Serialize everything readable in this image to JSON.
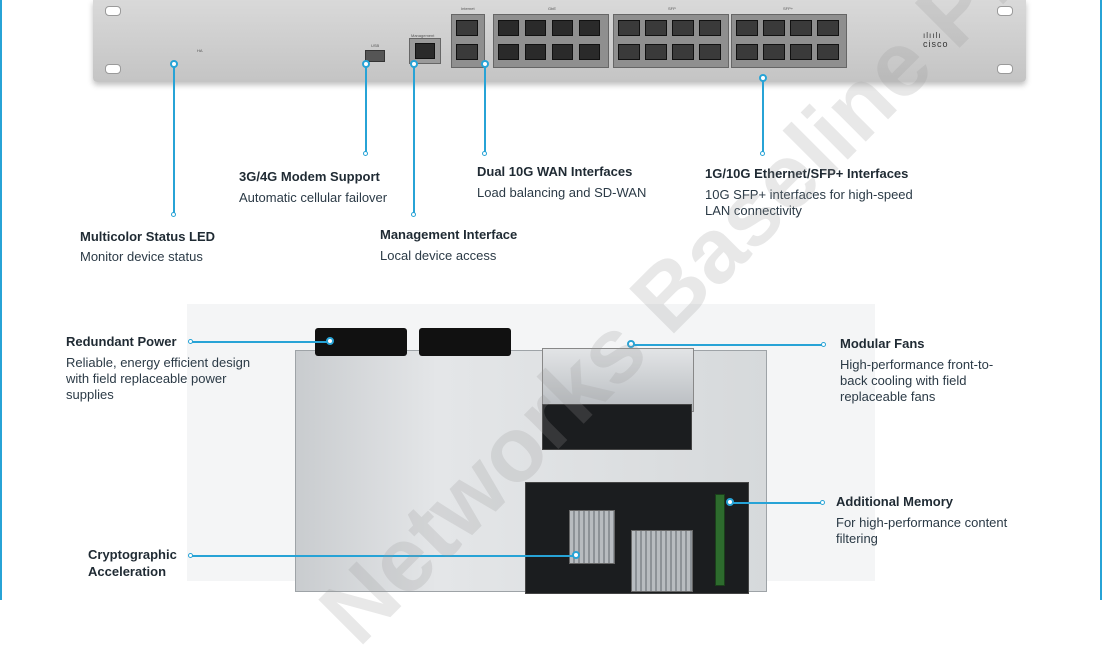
{
  "device_labels": {
    "internet": "Internet",
    "gbe": "GbE",
    "sfp": "SFP",
    "sfp_plus": "SFP+",
    "management": "Management",
    "ha": "HA",
    "usb": "USB",
    "brand": "cisco"
  },
  "callouts_top": {
    "status_led": {
      "title": "Multicolor Status LED",
      "desc": "Monitor device status"
    },
    "modem": {
      "title": "3G/4G Modem Support",
      "desc": "Automatic cellular failover"
    },
    "management": {
      "title": "Management Interface",
      "desc": "Local device access"
    },
    "wan": {
      "title": "Dual 10G WAN Interfaces",
      "desc": "Load balancing and SD-WAN"
    },
    "sfp": {
      "title": "1G/10G Ethernet/SFP+ Interfaces",
      "desc": "10G SFP+ interfaces for high-speed LAN connectivity"
    }
  },
  "callouts_bottom": {
    "power": {
      "title": "Redundant Power",
      "desc": "Reliable, energy efficient design with field replaceable power supplies"
    },
    "fans": {
      "title": "Modular Fans",
      "desc": "High-performance front-to-back cooling with field replaceable fans"
    },
    "memory": {
      "title": "Additional Memory",
      "desc": "For high-performance content filtering"
    },
    "crypto": {
      "title": "Cryptographic Acceleration",
      "desc": ""
    }
  },
  "watermark": "Networks Baseline Project",
  "colors": {
    "accent": "#27a3d6",
    "chassis": "#cfcfcf"
  }
}
